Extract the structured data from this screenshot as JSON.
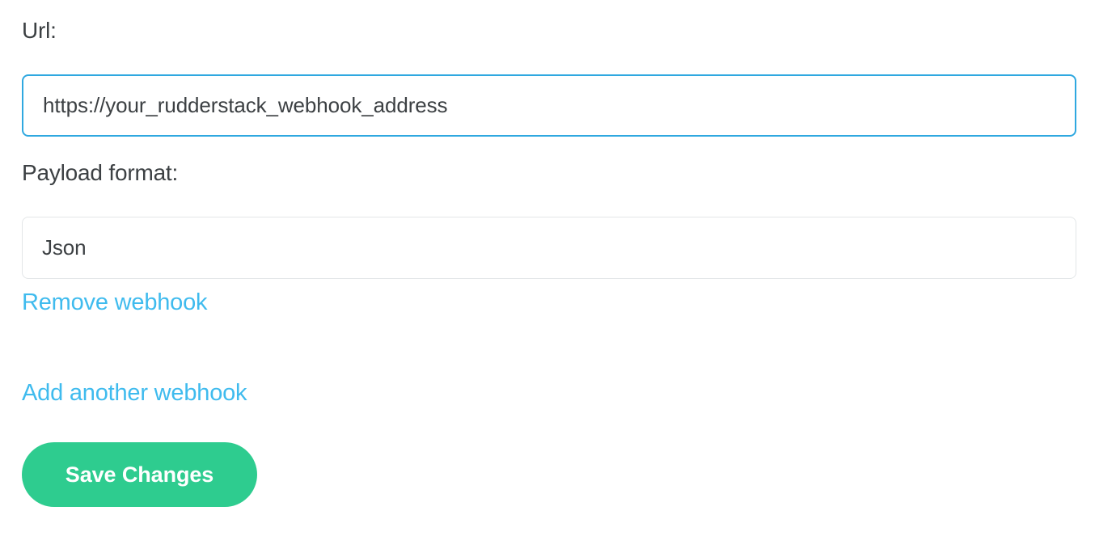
{
  "form": {
    "url_field": {
      "label": "Url:",
      "value": "https://your_rudderstack_webhook_address",
      "placeholder": "https://your_rudderstack_webhook_address",
      "focused": true,
      "border_color": "#2fa8e0"
    },
    "payload_format_field": {
      "label": "Payload format:",
      "value": "Json",
      "placeholder": "Json",
      "focused": false,
      "border_color": "#e3e6e8"
    },
    "remove_webhook_link": "Remove webhook",
    "add_webhook_link": "Add another webhook",
    "save_button": "Save Changes"
  },
  "colors": {
    "link": "#3fbbee",
    "accent_green": "#2ecc8f",
    "text": "#3c4043",
    "background": "#ffffff",
    "border_idle": "#e3e6e8",
    "border_focus": "#2fa8e0"
  }
}
